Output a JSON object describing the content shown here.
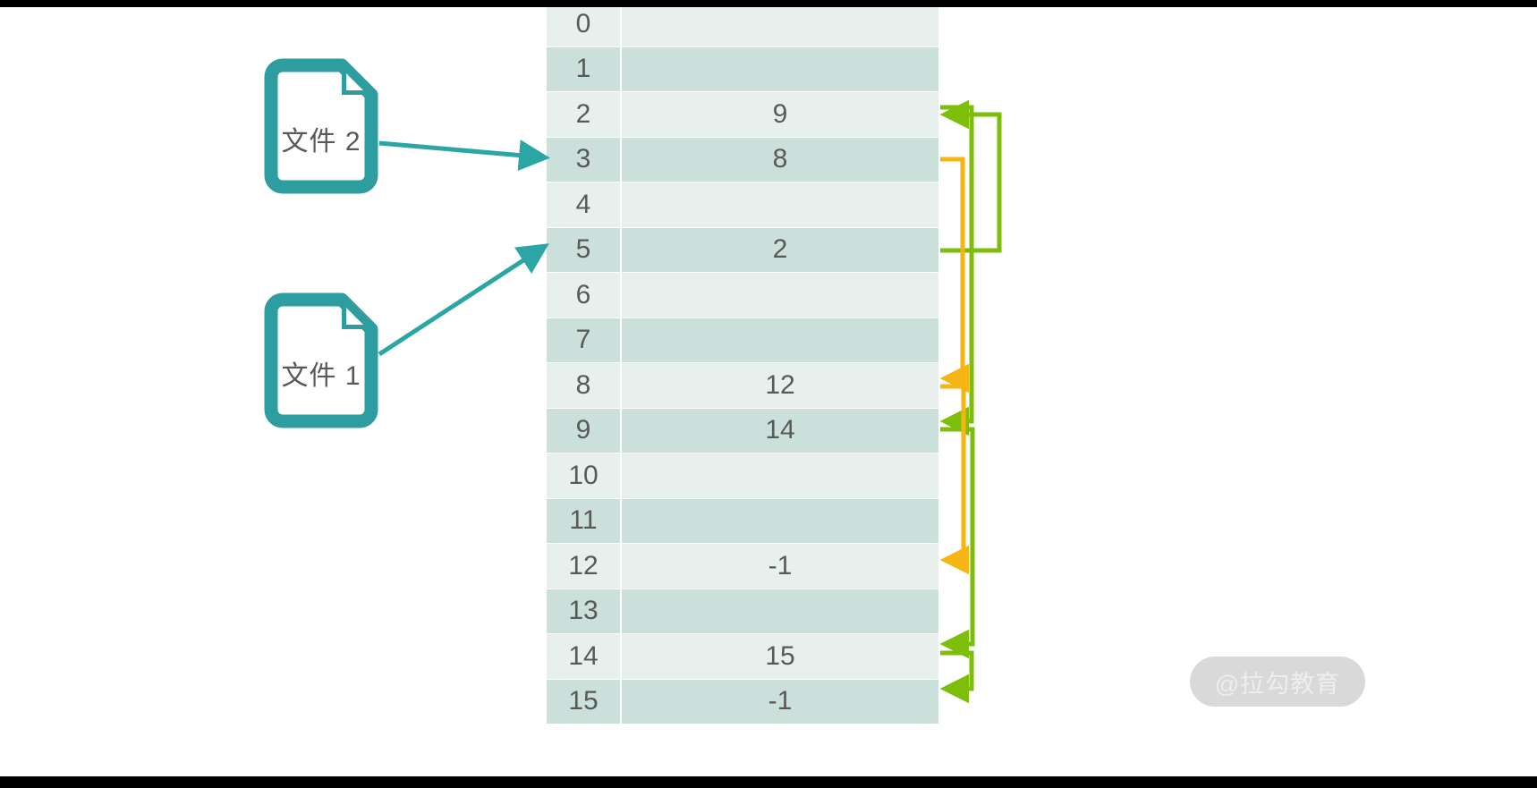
{
  "slide": {
    "title_hidden": "",
    "watermark": "@拉勾教育"
  },
  "palette": {
    "teal": "#2CA6A4",
    "teal_icon": "#2E9DA0",
    "row_light": "#e8f0ee",
    "row_dark": "#cbdfdb",
    "text": "#595959",
    "green_arrow": "#7DBE0B",
    "orange_arrow": "#F5B513",
    "letterbox": "#000000",
    "canvas": "#ffffff",
    "watermark_pill": "#d9d9d9",
    "watermark_text": "#eeeeee"
  },
  "files": [
    {
      "id": "file-2",
      "label": "文件 2",
      "icon": "file-document-icon",
      "points_to_index": 3
    },
    {
      "id": "file-1",
      "label": "文件 1",
      "icon": "file-document-icon",
      "points_to_index": 5
    }
  ],
  "fat_table": {
    "name": "file-allocation-table",
    "row_count": 16,
    "rows": [
      {
        "index": "0",
        "value": ""
      },
      {
        "index": "1",
        "value": ""
      },
      {
        "index": "2",
        "value": "9"
      },
      {
        "index": "3",
        "value": "8"
      },
      {
        "index": "4",
        "value": ""
      },
      {
        "index": "5",
        "value": "2"
      },
      {
        "index": "6",
        "value": ""
      },
      {
        "index": "7",
        "value": ""
      },
      {
        "index": "8",
        "value": "12"
      },
      {
        "index": "9",
        "value": "14"
      },
      {
        "index": "10",
        "value": ""
      },
      {
        "index": "11",
        "value": ""
      },
      {
        "index": "12",
        "value": "-1"
      },
      {
        "index": "13",
        "value": ""
      },
      {
        "index": "14",
        "value": "15"
      },
      {
        "index": "15",
        "value": "-1"
      }
    ]
  },
  "chains": [
    {
      "name": "file-1-chain",
      "color": "#7DBE0B",
      "links": [
        {
          "from_index": "5",
          "to_index": "2"
        },
        {
          "from_index": "2",
          "to_index": "9"
        },
        {
          "from_index": "9",
          "to_index": "14"
        },
        {
          "from_index": "14",
          "to_index": "15"
        }
      ]
    },
    {
      "name": "file-2-chain",
      "color": "#F5B513",
      "links": [
        {
          "from_index": "3",
          "to_index": "8"
        },
        {
          "from_index": "8",
          "to_index": "12"
        }
      ]
    }
  ]
}
